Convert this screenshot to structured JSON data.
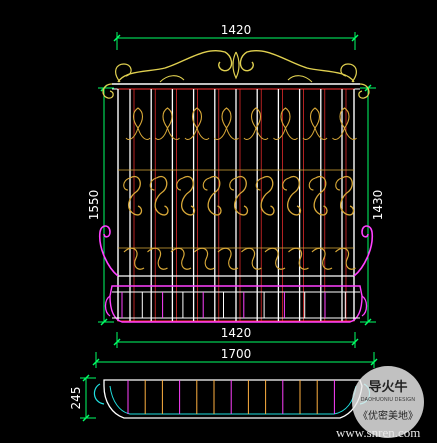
{
  "drawing": {
    "dimensions": {
      "top_width": "1420",
      "total_height": "1550",
      "body_height": "1430",
      "base_width": "1420",
      "overall_width": "1700",
      "plan_depth": "245"
    }
  },
  "watermark": {
    "logo_line1": "导火牛",
    "logo_line2": "DAOHUONIU DESIGN",
    "logo_line3": "《优密美地》",
    "url": "www.snren.com"
  },
  "colors": {
    "background": "#000000",
    "frame": "#ffffff",
    "scroll_gold": "#d8a838",
    "dimension": "#00ff66",
    "pink": "#ff40ff",
    "red": "#ff3030",
    "cyan": "#20e0e0"
  }
}
